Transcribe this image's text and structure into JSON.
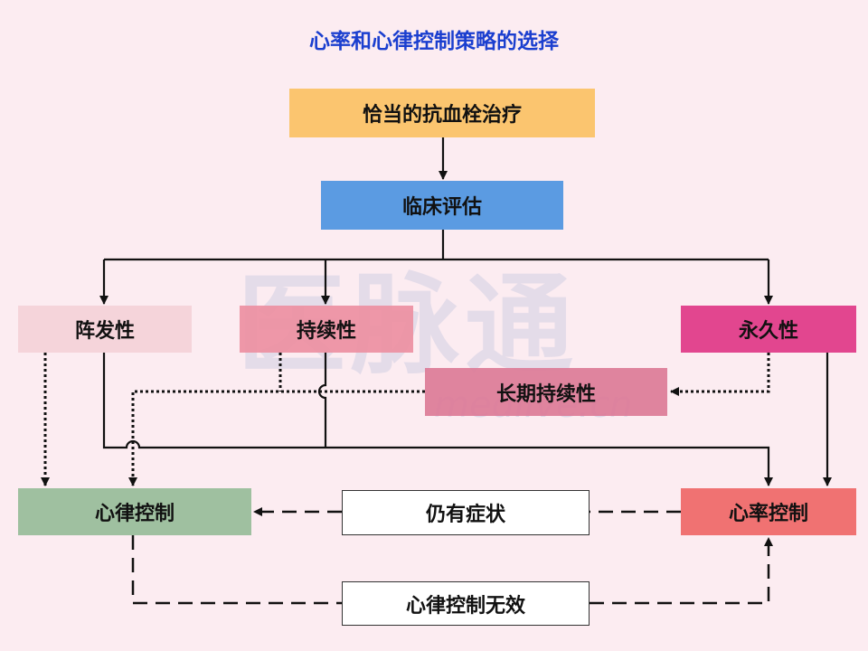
{
  "title": "心率和心律控制策略的选择",
  "watermark": {
    "logo": "医脉通",
    "site": "medlive.cn"
  },
  "nodes": {
    "anticoag": "恰当的抗血栓治疗",
    "assessment": "临床评估",
    "paroxysmal": "阵发性",
    "persistent": "持续性",
    "permanent": "永久性",
    "long_persistent": "长期持续性",
    "rhythm_control": "心律控制",
    "rate_control": "心率控制",
    "still_symptomatic": "仍有症状",
    "rhythm_failed": "心律控制无效"
  },
  "colors": {
    "background": "#fcecf1",
    "title": "#1b3fcf",
    "anticoag": "#fbc56f",
    "assessment": "#5b9be2",
    "paroxysmal": "#f5d4da",
    "persistent": "#ec8ea0",
    "permanent": "#e2468f",
    "long_persistent": "#dc7b97",
    "rhythm_control": "#9fc0a0",
    "rate_control": "#f07272"
  }
}
